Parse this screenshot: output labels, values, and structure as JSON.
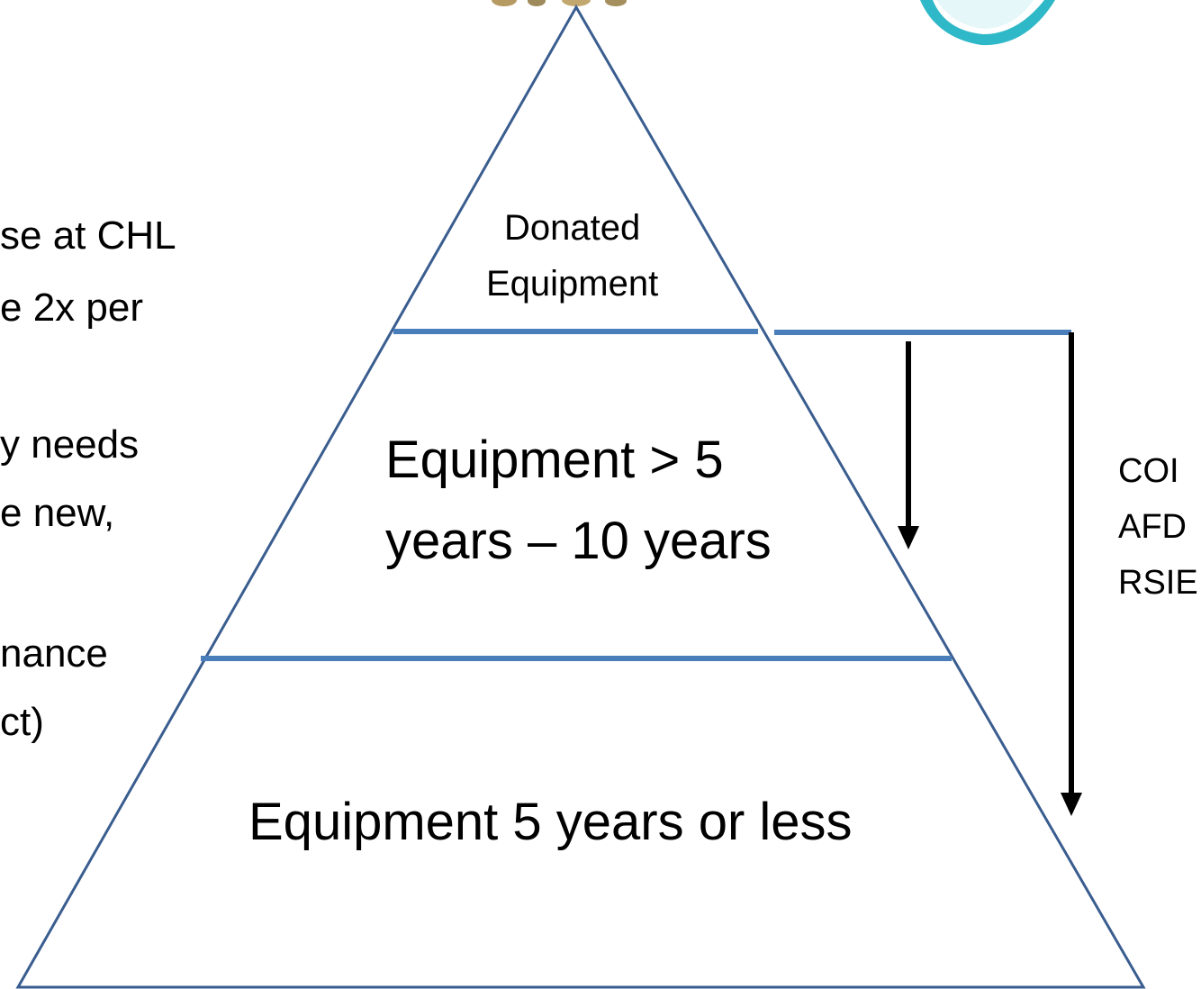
{
  "colors": {
    "pyramid_outline": "#3A5D8F",
    "tier_divider": "#4A7EBB",
    "arrows": "#000000",
    "logo_accent": "#2FB8C8",
    "logo_gold": "#B59A62",
    "text": "#000000"
  },
  "left_text": {
    "lines": [
      "se at CHL",
      "e 2x per",
      "y needs",
      "e new,",
      "nance",
      "ct)"
    ]
  },
  "pyramid": {
    "top_tier": {
      "line1": "Donated",
      "line2": "Equipment"
    },
    "middle_tier": {
      "line1": "Equipment  > 5",
      "line2": "years – 10 years"
    },
    "bottom_tier": {
      "label": "Equipment  5 years or less"
    }
  },
  "right_labels": {
    "items": [
      "COI",
      "AFD",
      "RSIE"
    ]
  },
  "icons": {
    "top_logo": "emblem-logo-icon",
    "right_logo": "circular-swoosh-logo-icon"
  }
}
